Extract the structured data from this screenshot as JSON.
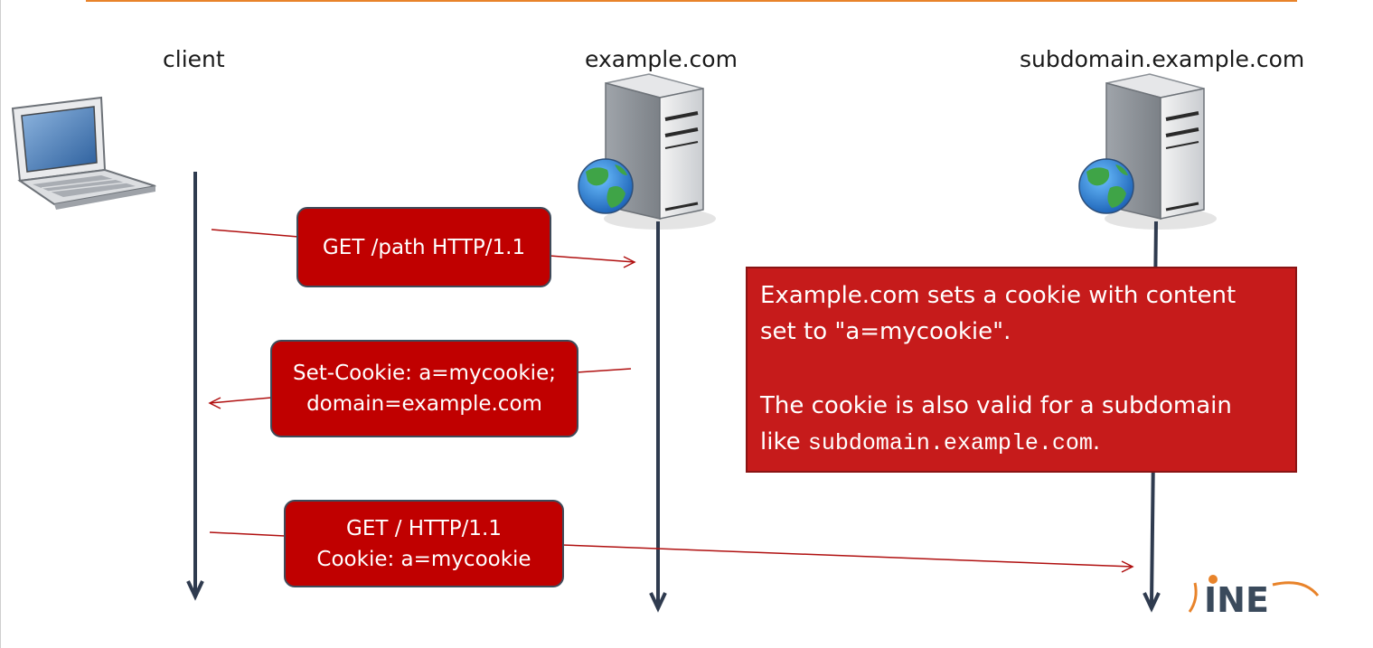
{
  "actors": {
    "client": "client",
    "server1": "example.com",
    "server2": "subdomain.example.com"
  },
  "messages": {
    "request1": "GET /path HTTP/1.1",
    "response_line1": "Set-Cookie: a=mycookie;",
    "response_line2": "domain=example.com",
    "request2_line1": "GET / HTTP/1.1",
    "request2_line2": "Cookie: a=mycookie"
  },
  "note": {
    "line1": "Example.com sets a cookie with content",
    "line2": "set to \"a=mycookie\".",
    "line3": "The cookie is also valid for a subdomain",
    "line4_prefix": "like ",
    "line4_mono": "subdomain.example.com",
    "line4_suffix": "."
  },
  "logo": {
    "text": "INE"
  },
  "colors": {
    "accent": "#e8832a",
    "message_box": "#c00000",
    "note_box": "#c61b1b",
    "lifeline": "#2f3b4f",
    "arrow": "#b01010"
  }
}
